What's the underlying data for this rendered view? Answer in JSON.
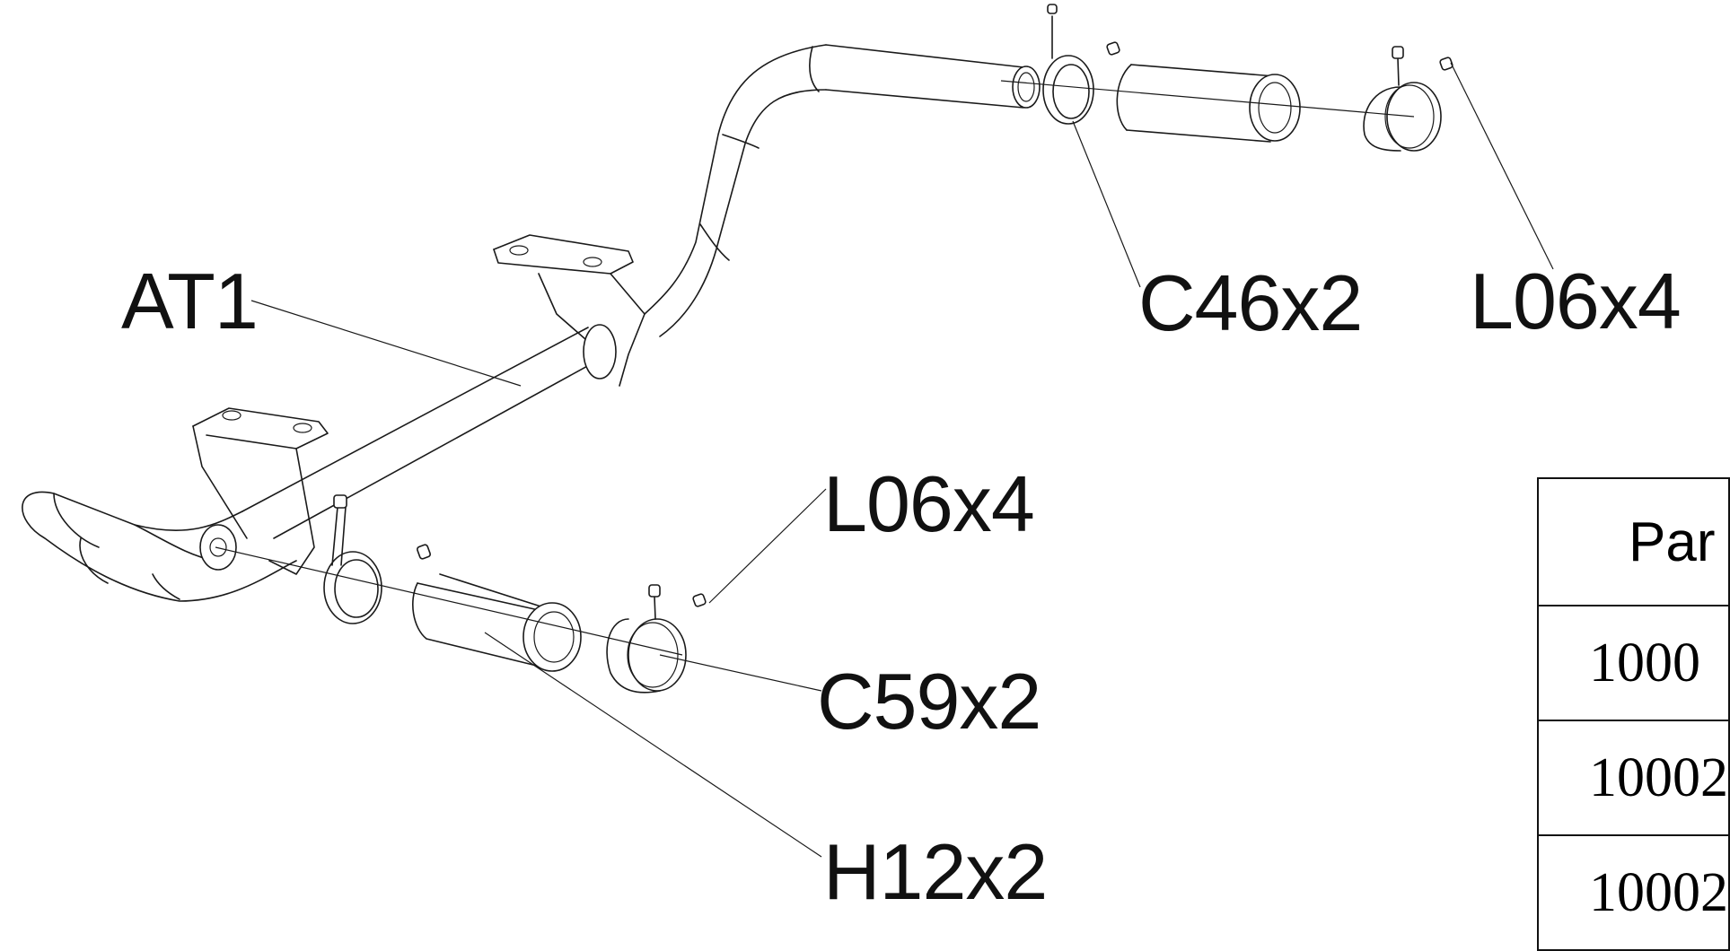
{
  "callouts": {
    "at1": "AT1",
    "c46": "C46x2",
    "l06_top": "L06x4",
    "l06_bottom": "L06x4",
    "c59": "C59x2",
    "h12": "H12x2"
  },
  "parts_table": {
    "header": "Par",
    "rows": [
      "1000",
      "10002",
      "10002"
    ]
  }
}
